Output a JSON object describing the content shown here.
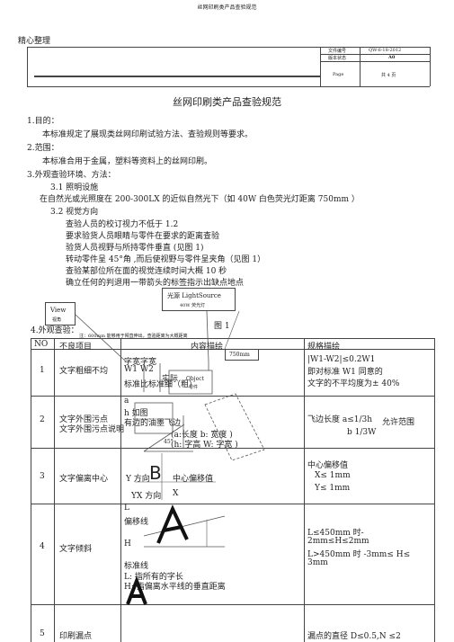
{
  "page": {
    "running_title": "丝网印刷类产品查验规范",
    "watermark": "精心整理"
  },
  "header": {
    "doc_number_label": "文件编号",
    "doc_number_value": "QW-6-18-2012",
    "version_label": "版本状态",
    "version_value": "A0",
    "page_label": "Page",
    "page_value": "共 4 页"
  },
  "document": {
    "title": "丝网印刷类产品查验规范",
    "section1_heading": "1.目的：",
    "section1_text": "本标准规定了展现类丝网印刷试验方法、查验规则等要求。",
    "section2_heading": "2.范围：",
    "section2_text": "本标准合用于金属，塑料等资料上的丝网印刷。",
    "section3_heading": "3.外观查验环境、方法：",
    "s31_heading": "3.1 照明设施",
    "s31_text": "在自然光或光照度在 200-300LX 的近似自然光下（如 40W 白色荧光灯距离 750mm ）",
    "s32_heading": "3.2 视觉方向",
    "s32_lines": [
      "查验人员的校订视力不低于 1.2",
      "要求验货人员眼睛与零件在要求的距离查验",
      "验货人员视野与所持零件垂直 (见图 1)",
      "转动零件呈 45°角 ,而后使视野与零件呈夹角（见图 1）",
      "查验某部位所在面的视觉连续时间大概 10 秒",
      "确立任何的判退用一带箭头的标签指示出缺点地点"
    ],
    "section4_heading": "4.外观查验："
  },
  "figure": {
    "light_source": "光源 LightSource",
    "lamp": "40W 荧光灯",
    "view_label": "View",
    "view_label_cn": "视角",
    "figure_caption": "图 1",
    "note": "注：600mm 能够用于臂直伸出，查验距离为大概距离",
    "distance": "750mm",
    "object_label": "Object",
    "object_label_cn": "零件",
    "angle": "45°"
  },
  "table": {
    "headers": [
      "NO",
      "不良项目",
      "内容描绘",
      "规格描绘"
    ],
    "rows": [
      {
        "no": "1",
        "item": "文字粗细不均",
        "content": [
          "字宽字宽",
          "W1 W2",
          "标准比标准细（粗）"
        ],
        "content_note": "实际",
        "spec": [
          "|W1-W2|≤0.2W1",
          "即对标准 W1 同意的",
          "文字的不平均度为± 40%"
        ]
      },
      {
        "no": "2",
        "item": "文字外围污点",
        "item_note": "文字外围污点说明",
        "content": [
          "a",
          "h 如图",
          "有边的油墨飞边",
          "(a:长度 b: 宽度 )",
          "(h: 字高 W: 字宽 )"
        ],
        "spec": [
          "飞边长度 a≤1/3h",
          "b  1/3W"
        ],
        "spec_note": "允许范围"
      },
      {
        "no": "3",
        "item": "文字偏离中心",
        "content": [
          "Y 方向",
          "B",
          "中心偏移值",
          "YX 方向",
          "X"
        ],
        "spec": [
          "中心偏移值",
          "X≤ 1mm",
          "Y≤ 1mm"
        ]
      },
      {
        "no": "4",
        "item": "文字倾斜",
        "content": [
          "L",
          "偏移线",
          "H",
          "标准线",
          "L: 指所有的字长",
          "H: 指偏离水平线的垂直距离"
        ],
        "spec": [
          "L≤450mm 时-",
          "2mm≤H≤2mm",
          "L>450mm 时 -3mm≤ H≤",
          "3mm"
        ]
      },
      {
        "no": "5",
        "item": "印刷漏点",
        "content": [],
        "spec": [
          "漏点的直径 D≤0.5,N ≤2"
        ]
      }
    ]
  },
  "colors": {
    "line": "#444444",
    "text": "#222222"
  }
}
